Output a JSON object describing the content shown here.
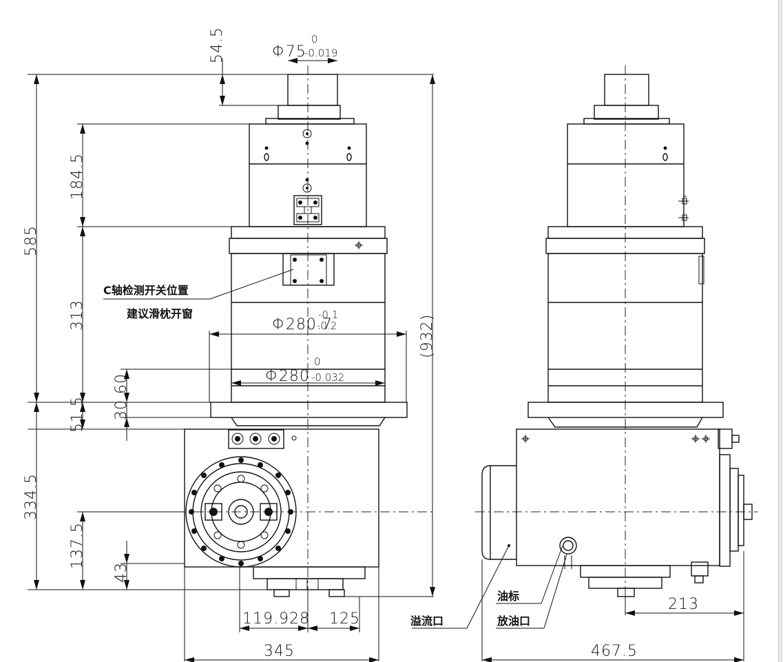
{
  "dimensions": {
    "d_54_5": "54.5",
    "d_phi75": "Φ75",
    "d_phi75_upper": "0",
    "d_phi75_lower": "-0.019",
    "d_585": "585",
    "d_184_5": "184.5",
    "d_313": "313",
    "d_30_60": "30 60",
    "d_51_5": "51.5",
    "d_334_5": "334.5",
    "d_137_5": "137.5",
    "d_43": "43",
    "d_932": "(932)",
    "d_phi280_overlap": "Φ280.7",
    "d_phi280_a_upper": "-0.1",
    "d_phi280_a_lower": "-0.2",
    "d_phi280_b": "Φ280",
    "d_phi280_b_upper": "0",
    "d_phi280_b_lower": "-0.032",
    "d_119_928": "119.928",
    "d_125": "125",
    "d_345": "345",
    "d_467_5": "467.5",
    "d_213": "213"
  },
  "notes": {
    "c_axis": "C轴检测开关位置",
    "window": "建议滑枕开窗",
    "overflow": "溢流口",
    "oil_gauge": "油标",
    "drain": "放油口"
  },
  "colors": {
    "line": "#111111",
    "background": "#ffffff"
  }
}
